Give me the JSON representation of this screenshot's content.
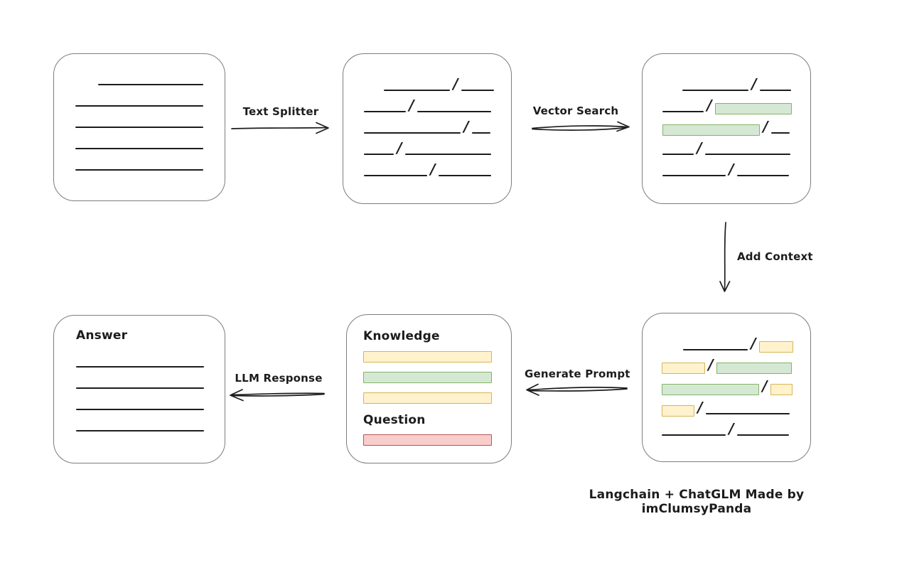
{
  "caption": "Langchain + ChatGLM Made by imClumsyPanda",
  "colors": {
    "bg": "#ffffff",
    "ink": "#1c1c1c",
    "box_border": "#7d7d7d",
    "green_fill": "#d5e8d4",
    "green_border": "#82b366",
    "yellow_fill": "#fff2cc",
    "yellow_border": "#d6b656",
    "red_fill": "#f8cecc",
    "red_border": "#b85450"
  },
  "labels": {
    "text_splitter": "Text Splitter",
    "vector_search": "Vector Search",
    "add_context": "Add Context",
    "generate_prompt": "Generate Prompt",
    "llm_response": "LLM Response",
    "slash": "/"
  },
  "boxes": {
    "document": {
      "rows": [
        [
          {
            "t": "indent",
            "w": 32
          },
          {
            "t": "line",
            "w": 148
          }
        ],
        [
          {
            "t": "line",
            "w": 180
          }
        ],
        [
          {
            "t": "line",
            "w": 180
          }
        ],
        [
          {
            "t": "line",
            "w": 180
          }
        ],
        [
          {
            "t": "line",
            "w": 180
          }
        ]
      ]
    },
    "chunks": {
      "rows": [
        [
          {
            "t": "indent",
            "w": 28
          },
          {
            "t": "line",
            "w": 93
          },
          {
            "t": "slash"
          },
          {
            "t": "line",
            "w": 46
          }
        ],
        [
          {
            "t": "line",
            "w": 59
          },
          {
            "t": "slash"
          },
          {
            "t": "line",
            "w": 104
          }
        ],
        [
          {
            "t": "line",
            "w": 136
          },
          {
            "t": "slash"
          },
          {
            "t": "line",
            "w": 26
          }
        ],
        [
          {
            "t": "line",
            "w": 42
          },
          {
            "t": "slash"
          },
          {
            "t": "line",
            "w": 121
          }
        ],
        [
          {
            "t": "line",
            "w": 89
          },
          {
            "t": "slash"
          },
          {
            "t": "line",
            "w": 74
          }
        ]
      ]
    },
    "search": {
      "rows": [
        [
          {
            "t": "indent",
            "w": 28
          },
          {
            "t": "line",
            "w": 93
          },
          {
            "t": "slash"
          },
          {
            "t": "line",
            "w": 44
          }
        ],
        [
          {
            "t": "line",
            "w": 58
          },
          {
            "t": "slash"
          },
          {
            "t": "green",
            "w": 108
          }
        ],
        [
          {
            "t": "green",
            "w": 137
          },
          {
            "t": "slash"
          },
          {
            "t": "line",
            "w": 26
          }
        ],
        [
          {
            "t": "line",
            "w": 44
          },
          {
            "t": "slash"
          },
          {
            "t": "line",
            "w": 120
          }
        ],
        [
          {
            "t": "line",
            "w": 89
          },
          {
            "t": "slash"
          },
          {
            "t": "line",
            "w": 73
          }
        ]
      ]
    },
    "context": {
      "rows": [
        [
          {
            "t": "indent",
            "w": 30
          },
          {
            "t": "line",
            "w": 91
          },
          {
            "t": "slash"
          },
          {
            "t": "yellow",
            "w": 48
          }
        ],
        [
          {
            "t": "yellow",
            "w": 61
          },
          {
            "t": "slash"
          },
          {
            "t": "green",
            "w": 106
          }
        ],
        [
          {
            "t": "green",
            "w": 137
          },
          {
            "t": "slash"
          },
          {
            "t": "yellow",
            "w": 31
          }
        ],
        [
          {
            "t": "yellow",
            "w": 46
          },
          {
            "t": "slash"
          },
          {
            "t": "line",
            "w": 118
          }
        ],
        [
          {
            "t": "line",
            "w": 90
          },
          {
            "t": "slash"
          },
          {
            "t": "line",
            "w": 73
          }
        ]
      ]
    },
    "prompt": {
      "knowledge_label": "Knowledge",
      "bars": [
        "yellow",
        "green",
        "yellow"
      ],
      "question_label": "Question",
      "question_bars": [
        "red"
      ]
    },
    "answer": {
      "label": "Answer",
      "rows": [
        [
          {
            "t": "line",
            "w": 180
          }
        ],
        [
          {
            "t": "line",
            "w": 180
          }
        ],
        [
          {
            "t": "line",
            "w": 180
          }
        ],
        [
          {
            "t": "line",
            "w": 180
          }
        ]
      ]
    }
  }
}
